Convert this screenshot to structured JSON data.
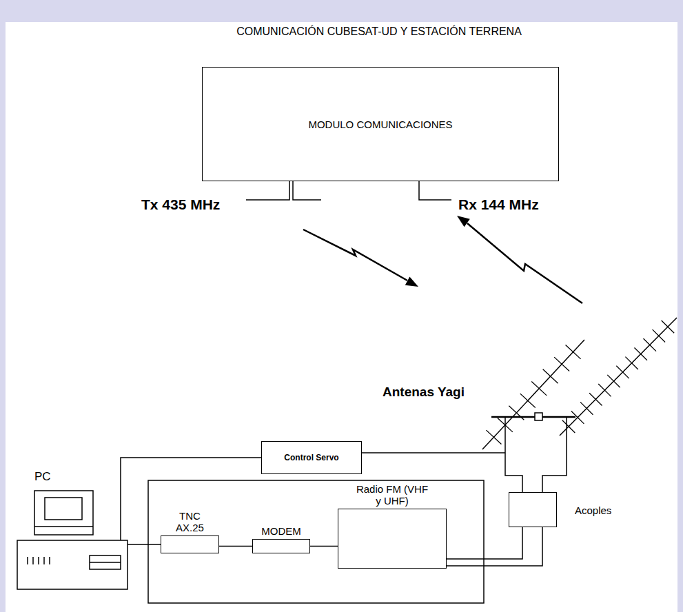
{
  "diagram": {
    "title": "COMUNICACIÓN CUBESAT-UD Y ESTACIÓN TERRENA",
    "nodes": [
      {
        "text": [
          "MODULO COMUNICACIONES"
        ]
      },
      {
        "text": [
          "Control Servo"
        ]
      },
      {
        "text": [
          "PC"
        ]
      },
      {
        "text": [
          "TNC AX.25"
        ]
      },
      {
        "text": [
          "MODEM"
        ]
      },
      {
        "text": [
          "Radio FM (VHF y UHF)"
        ]
      },
      {
        "text": [
          "Acoples"
        ]
      }
    ],
    "edges": [
      {
        "from": 2,
        "to": 3,
        "arrow": "none"
      },
      {
        "from": 2,
        "to": 1,
        "arrow": "none"
      },
      {
        "from": 3,
        "to": 4,
        "arrow": "none"
      },
      {
        "from": 4,
        "to": 5,
        "arrow": "none"
      },
      {
        "from": 5,
        "to": 6,
        "arrow": "none"
      }
    ],
    "labels": [
      "Tx 435 MHz",
      "Rx 144 MHz",
      "Antenas Yagi"
    ]
  }
}
